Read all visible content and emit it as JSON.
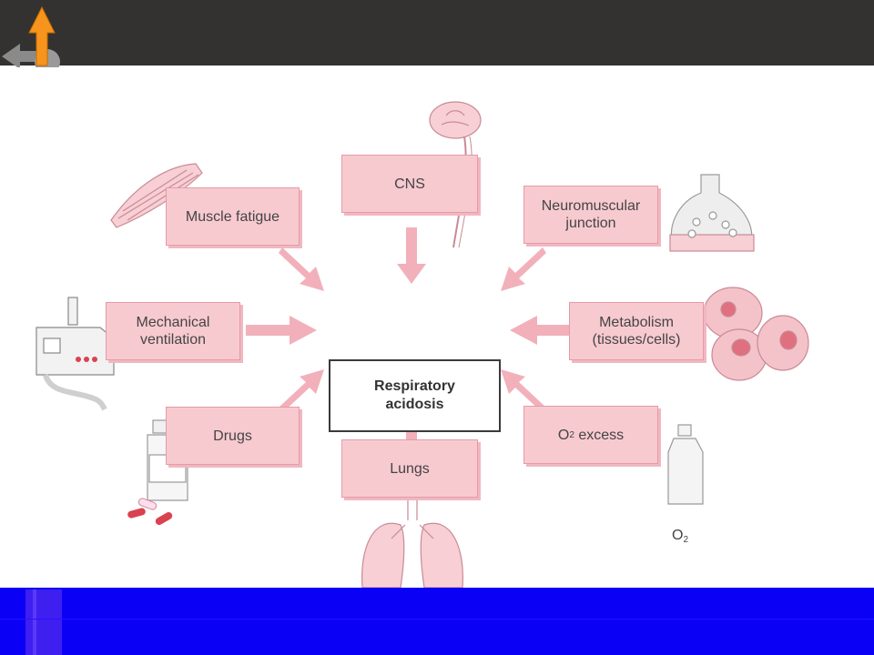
{
  "nav": {
    "back_icon": "back-arrow-icon",
    "up_icon": "up-arrow-icon"
  },
  "diagram": {
    "center": "Respiratory\nacidosis",
    "causes": {
      "muscle_fatigue": "Muscle fatigue",
      "cns": "CNS",
      "neuromuscular": "Neuromuscular\njunction",
      "mechanical": "Mechanical\nventilation",
      "metabolism": "Metabolism\n(tissues/cells)",
      "drugs": "Drugs",
      "lungs": "Lungs",
      "o2_excess_prefix": "O",
      "o2_excess_sub": "2",
      "o2_excess_suffix": " excess"
    },
    "bottle_label": "O",
    "bottle_sub": "2"
  },
  "colors": {
    "box_fill": "#f7cad0",
    "arrow": "#f2b0bb",
    "top_bar": "#333230",
    "bottom_bar": "#0a00f5"
  }
}
